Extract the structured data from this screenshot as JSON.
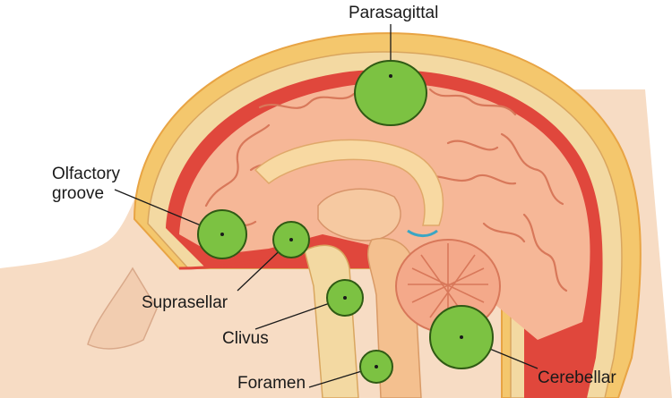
{
  "labels": {
    "parasagittal": "Parasagittal",
    "olfactory_line1": "Olfactory",
    "olfactory_line2": "groove",
    "suprasellar": "Suprasellar",
    "clivus": "Clivus",
    "foramen": "Foramen",
    "cerebellar": "Cerebellar"
  },
  "colors": {
    "tumor_fill": "#7cc242",
    "tumor_stroke": "#2f5a14",
    "scalp": "#f4c76d",
    "skull": "#f3d9a2",
    "brain": "#f6b797",
    "gyri_lines": "#d8785a",
    "dura": "#e0473c",
    "skin": "#f7dcc4",
    "corpus_callosum": "#f8d9a2",
    "leader_line": "#1a1a1a"
  }
}
